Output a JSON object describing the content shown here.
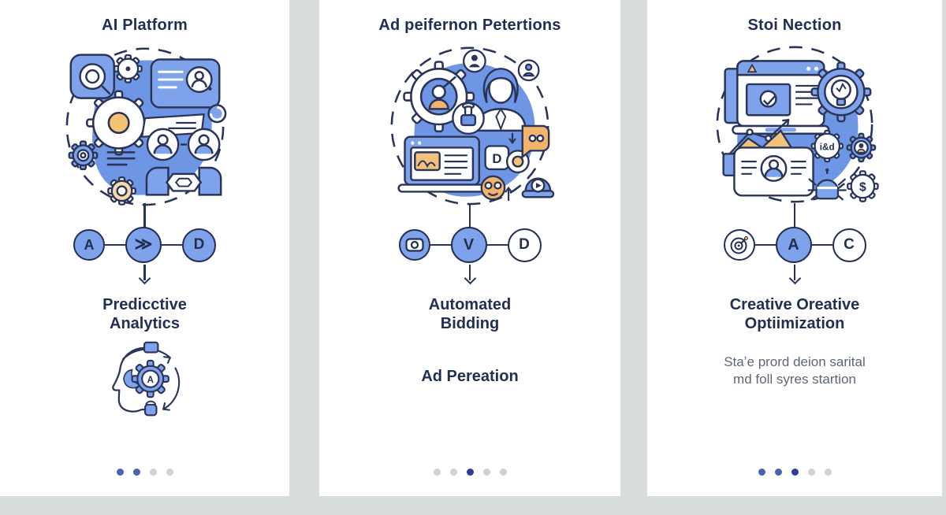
{
  "colors": {
    "background": "#d8dddd",
    "card": "#ffffff",
    "navy": "#232e52",
    "accent_blue": "#7ea3ea",
    "blob_blue": "#6f96e4",
    "orange": "#f2b36b",
    "dot_on": "#4565ae",
    "dot_strong": "#323e92",
    "dot_off": "#cdd2d2"
  },
  "panels": [
    {
      "title": "AI Platform",
      "illustration": "ai-platform-collage",
      "steps": {
        "left": "A",
        "middle": "≫",
        "right": "D"
      },
      "heading_line1": "Predicctive",
      "heading_line2": "Analytics",
      "footer_illustration": "head-gear-profile",
      "illus_labels": {
        "mini_gear": "A"
      },
      "dots": [
        "on",
        "on",
        "off",
        "off"
      ]
    },
    {
      "title": "Ad peifernon Petertions",
      "illustration": "ad-performance-collage",
      "steps": {
        "left": "camera-icon",
        "middle": "V",
        "right": "D"
      },
      "heading_line1": "Automated",
      "heading_line2": "Bidding",
      "subheading": "Ad Pereation",
      "illus_labels": {
        "d_tile": "D"
      },
      "dots": [
        "off",
        "off",
        "strong",
        "off",
        "off"
      ]
    },
    {
      "title": "Stoi Nection",
      "illustration": "creative-optimization-collage",
      "steps": {
        "left": "target-icon",
        "middle": "A",
        "right": "C"
      },
      "heading_line1": "Creative Oreative",
      "heading_line2": "Optiimization",
      "subtitle_line1": "Staʼe prord deion sarital",
      "subtitle_line2": "md foll syres startion",
      "illus_labels": {
        "people_badge": "i&d",
        "dollar": "$"
      },
      "dots": [
        "on",
        "on",
        "strong",
        "off",
        "off"
      ]
    }
  ]
}
